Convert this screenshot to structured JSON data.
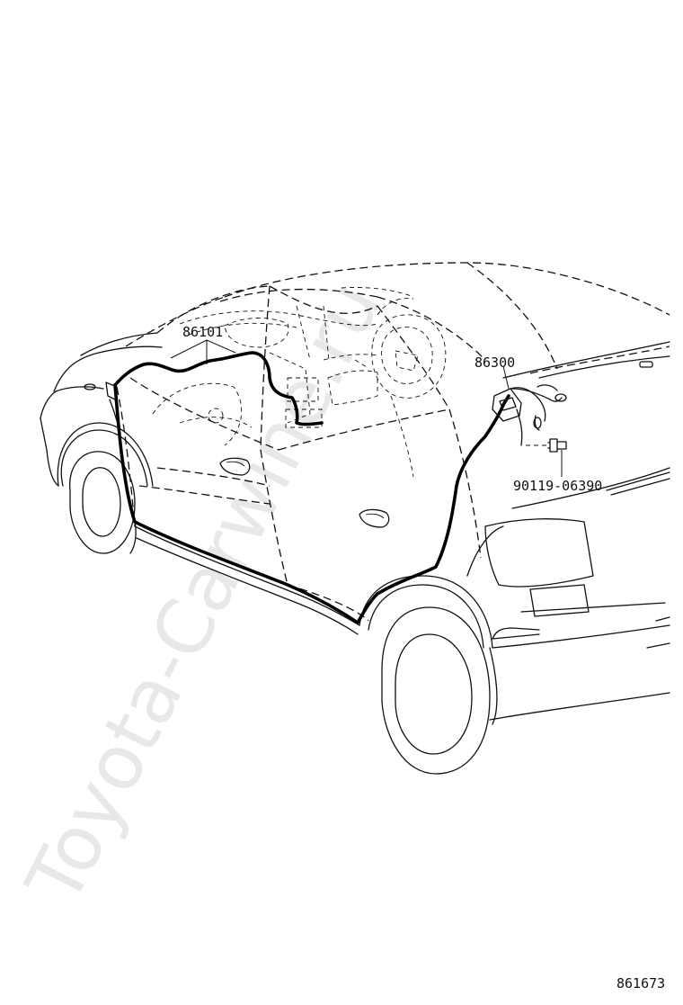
{
  "watermark": "Toyota-Carwine.ru",
  "callouts": {
    "antenna_cord": "86101",
    "antenna_assembly": "86300",
    "screw": "90119-06390"
  },
  "figure_number": "861673",
  "colors": {
    "line": "#111111",
    "watermark": "#d6d6d6",
    "background": "#ffffff"
  }
}
